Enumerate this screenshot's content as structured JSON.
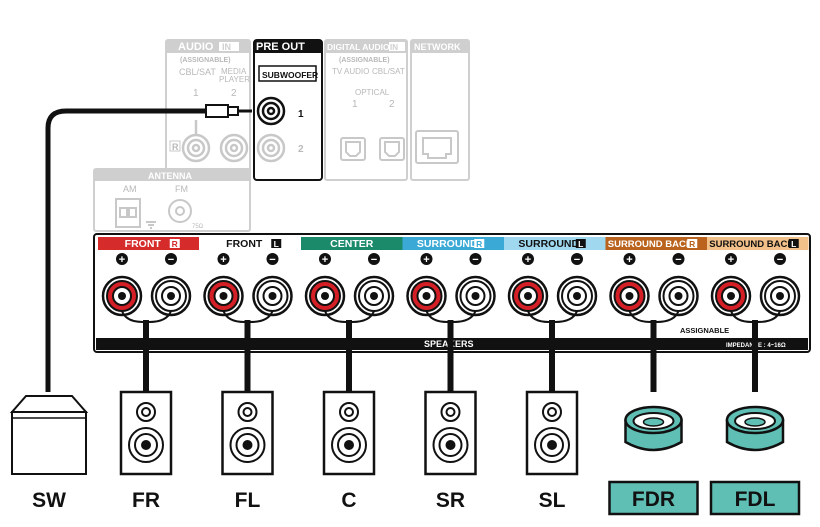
{
  "panel": {
    "audio_in_title": "AUDIO",
    "audio_in_tag": "IN",
    "audio_in_sub": "(ASSIGNABLE)",
    "cbl_sat": "CBL/SAT",
    "media_player_1": "MEDIA",
    "media_player_2": "PLAYER",
    "r_mark": "R",
    "pre_out_title": "PRE OUT",
    "subwoofer": "SUBWOOFER",
    "sub_1": "1",
    "sub_2": "2",
    "digital_title": "DIGITAL AUDIO",
    "digital_tag": "IN",
    "digital_sub": "(ASSIGNABLE)",
    "tv_audio": "TV AUDIO",
    "cbl_sat2": "CBL/SAT",
    "optical": "OPTICAL",
    "opt_1": "1",
    "opt_2": "2",
    "network": "NETWORK",
    "antenna": "ANTENNA",
    "am": "AM",
    "fm": "FM",
    "fm_ohm": "75Ω",
    "speakers": "SPEAKERS",
    "assignable": "ASSIGNABLE",
    "impedance": "IMPEDANCE : 4~16Ω",
    "num_1": "1",
    "num_2": "2"
  },
  "speaker_groups": [
    {
      "label": "FRONT",
      "tag": "R",
      "color": "#d62b2b"
    },
    {
      "label": "FRONT",
      "tag": "L",
      "color": "#ffffff"
    },
    {
      "label": "CENTER",
      "tag": "",
      "color": "#1b8a6b"
    },
    {
      "label": "SURROUND",
      "tag": "R",
      "color": "#3aa9d6"
    },
    {
      "label": "SURROUND",
      "tag": "L",
      "color": "#9fd8ef"
    },
    {
      "label": "SURROUND BACK",
      "tag": "R",
      "color": "#b9631e"
    },
    {
      "label": "SURROUND BACK",
      "tag": "L",
      "color": "#f2c089"
    }
  ],
  "speakers_bottom": [
    "FR",
    "FL",
    "C",
    "SR",
    "SL"
  ],
  "sub_label": "SW",
  "height_speakers": [
    "FDR",
    "FDL"
  ],
  "colors": {
    "height_fill": "#5fbfb5",
    "red_terminal": "#d51f26",
    "frame": "#111111",
    "faded": "#c8c8c8"
  }
}
